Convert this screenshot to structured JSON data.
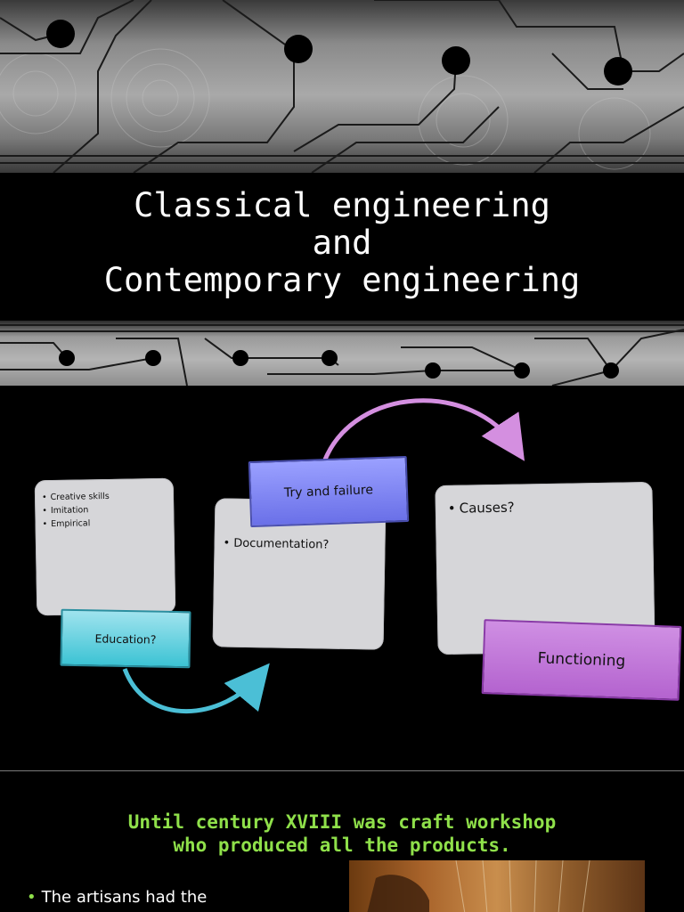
{
  "slide1": {
    "title": "Classical engineering\nand\nContemporary engineering"
  },
  "slide2": {
    "card_left_items": [
      "Creative skills",
      "Imitation",
      "Empirical"
    ],
    "card_middle_items": [
      "Documentation?"
    ],
    "card_right_items": [
      "Causes?"
    ],
    "tag_education": "Education?",
    "tag_try": "Try and failure",
    "tag_functioning": "Functioning"
  },
  "slide3": {
    "heading": "Until century XVIII was craft workshop\nwho produced all the products.",
    "bullet": "The artisans had the"
  },
  "colors": {
    "green_text": "#8fe04a",
    "arrow_blue": "#4bbfd6",
    "arrow_violet": "#d48fe0"
  }
}
